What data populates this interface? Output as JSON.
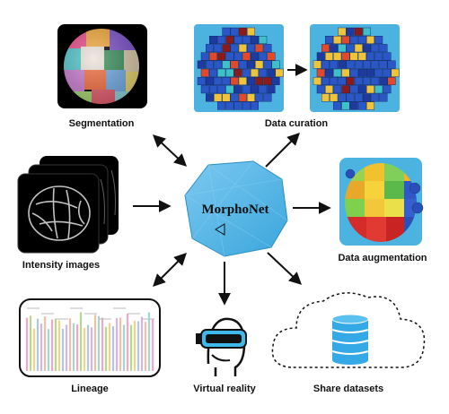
{
  "hub": {
    "title": "MorphoNet"
  },
  "nodes": [
    {
      "id": "segmentation",
      "label": "Segmentation"
    },
    {
      "id": "data-curation",
      "label": "Data curation"
    },
    {
      "id": "intensity-images",
      "label": "Intensity images"
    },
    {
      "id": "data-augmentation",
      "label": "Data augmentation"
    },
    {
      "id": "lineage",
      "label": "Lineage"
    },
    {
      "id": "virtual-reality",
      "label": "Virtual reality"
    },
    {
      "id": "share-datasets",
      "label": "Share datasets"
    }
  ],
  "colors": {
    "hub_fill": "#5bb8e8",
    "panel_bg": "#000000",
    "curation_bg": "#4cb3e0",
    "vr_headset": "#3fb9ea",
    "dataset_db": "#35a9e6",
    "arrow": "#111111"
  }
}
